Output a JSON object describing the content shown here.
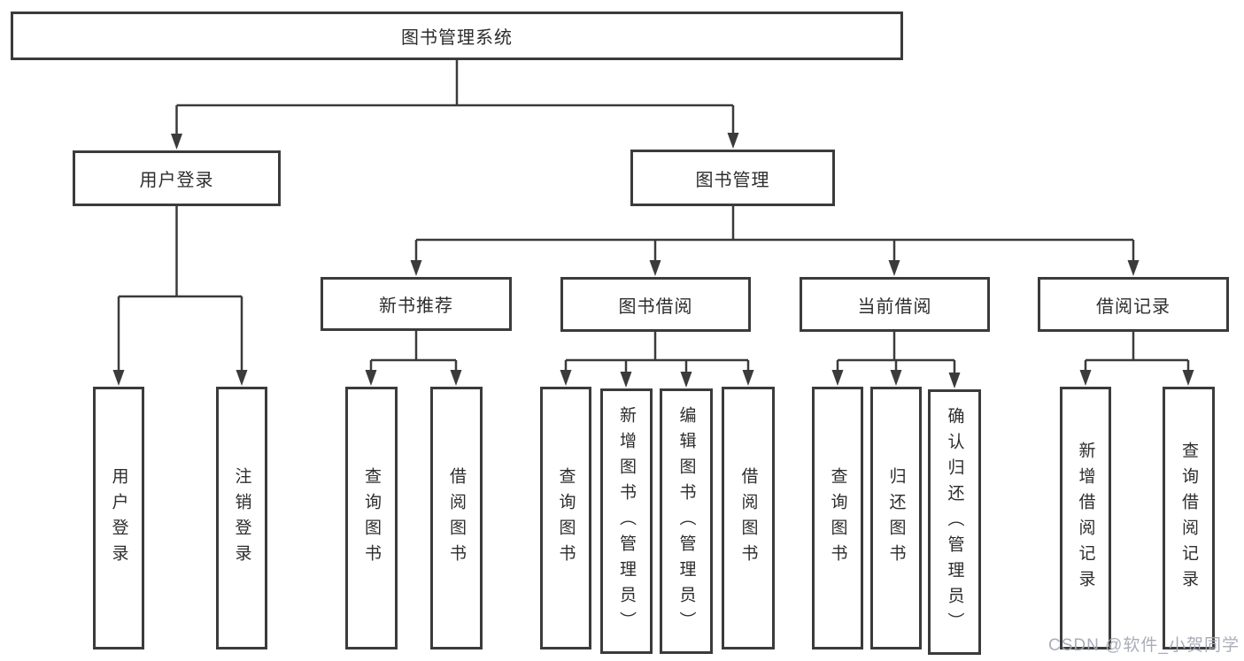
{
  "diagram": {
    "type": "hierarchy-tree",
    "title": "图书管理系统",
    "nodes": [
      {
        "id": "root",
        "label": "图书管理系统"
      },
      {
        "id": "user-login",
        "label": "用户登录"
      },
      {
        "id": "book-mgmt",
        "label": "图书管理"
      },
      {
        "id": "ul-user-login",
        "label": "用户登录"
      },
      {
        "id": "ul-logout",
        "label": "注销登录"
      },
      {
        "id": "new-book-rec",
        "label": "新书推荐"
      },
      {
        "id": "book-borrow",
        "label": "图书借阅"
      },
      {
        "id": "current-borrow",
        "label": "当前借阅"
      },
      {
        "id": "borrow-records",
        "label": "借阅记录"
      },
      {
        "id": "nbr-query-book",
        "label": "查询图书"
      },
      {
        "id": "nbr-borrow-book",
        "label": "借阅图书"
      },
      {
        "id": "bb-query-book",
        "label": "查询图书"
      },
      {
        "id": "bb-add-book",
        "label": "新增图书（管理员）"
      },
      {
        "id": "bb-edit-book",
        "label": "编辑图书（管理员）"
      },
      {
        "id": "bb-borrow-book",
        "label": "借阅图书"
      },
      {
        "id": "cb-query-book",
        "label": "查询图书"
      },
      {
        "id": "cb-return-book",
        "label": "归还图书"
      },
      {
        "id": "cb-confirm-return",
        "label": "确认归还（管理员）"
      },
      {
        "id": "br-add-record",
        "label": "新增借阅记录"
      },
      {
        "id": "br-query-record",
        "label": "查询借阅记录"
      }
    ],
    "edges": [
      [
        "root",
        "user-login"
      ],
      [
        "root",
        "book-mgmt"
      ],
      [
        "user-login",
        "ul-user-login"
      ],
      [
        "user-login",
        "ul-logout"
      ],
      [
        "book-mgmt",
        "new-book-rec"
      ],
      [
        "book-mgmt",
        "book-borrow"
      ],
      [
        "book-mgmt",
        "current-borrow"
      ],
      [
        "book-mgmt",
        "borrow-records"
      ],
      [
        "new-book-rec",
        "nbr-query-book"
      ],
      [
        "new-book-rec",
        "nbr-borrow-book"
      ],
      [
        "book-borrow",
        "bb-query-book"
      ],
      [
        "book-borrow",
        "bb-add-book"
      ],
      [
        "book-borrow",
        "bb-edit-book"
      ],
      [
        "book-borrow",
        "bb-borrow-book"
      ],
      [
        "current-borrow",
        "cb-query-book"
      ],
      [
        "current-borrow",
        "cb-return-book"
      ],
      [
        "current-borrow",
        "cb-confirm-return"
      ],
      [
        "borrow-records",
        "br-add-record"
      ],
      [
        "borrow-records",
        "br-query-record"
      ]
    ],
    "watermark": "CSDN @软件_小贺同学",
    "colors": {
      "line": "#3b3b3b",
      "box_border": "#3b3b3b",
      "box_fill": "#ffffff",
      "text": "#2d2d2d",
      "watermark": "#a4a9b4",
      "background": "#ffffff"
    }
  }
}
